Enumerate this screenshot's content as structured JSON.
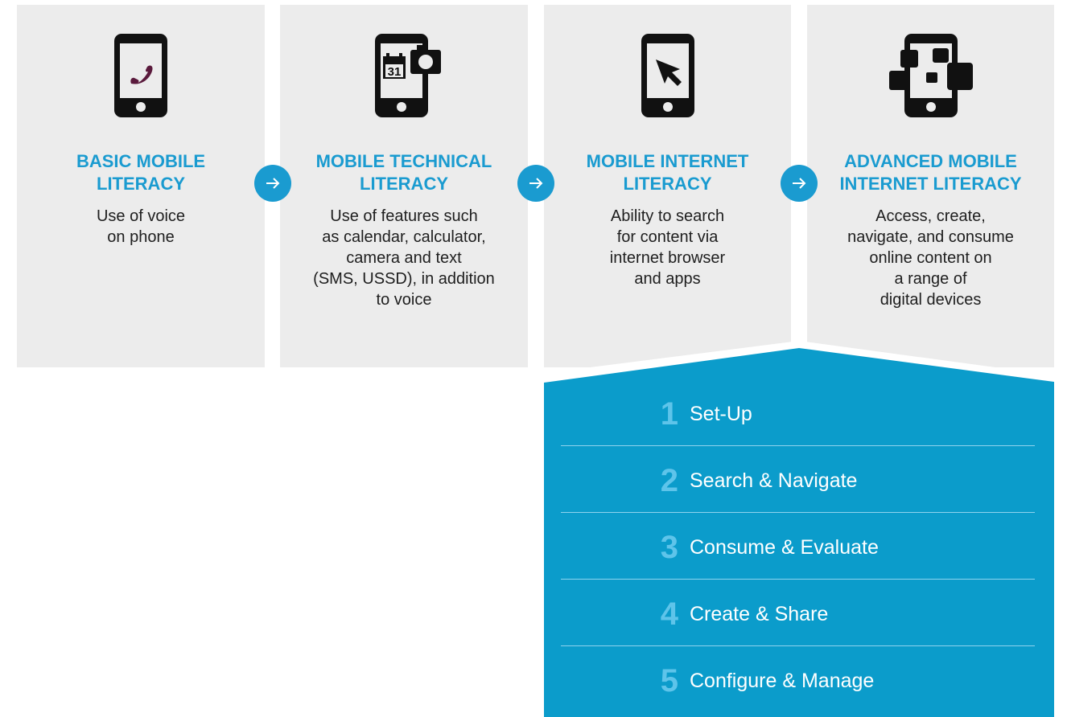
{
  "colors": {
    "accent": "#1a9bd0",
    "card_bg": "#ececec",
    "panel_bg": "#0b9ccb",
    "icon_dark": "#111111",
    "phone_accent": "#5a1a3c",
    "step_number": "#5ec4ea"
  },
  "stages": [
    {
      "icon": "phone-call-icon",
      "title": "BASIC MOBILE\nLITERACY",
      "description": "Use of voice\non phone"
    },
    {
      "icon": "calendar-camera-phone-icon",
      "title": "MOBILE TECHNICAL\nLITERACY",
      "description": "Use of features such\nas calendar, calculator,\ncamera and text\n(SMS, USSD), in addition\nto voice",
      "calendar_day": "31"
    },
    {
      "icon": "cursor-phone-icon",
      "title": "MOBILE INTERNET\nLITERACY",
      "description": "Ability to search\nfor content via\ninternet browser\nand apps"
    },
    {
      "icon": "multi-device-phone-icon",
      "title": "ADVANCED MOBILE\nINTERNET LITERACY",
      "description": "Access, create,\nnavigate, and consume\nonline content on\na range of\ndigital devices"
    }
  ],
  "arrows": [
    "arrow-right-icon",
    "arrow-right-icon",
    "arrow-right-icon"
  ],
  "steps": [
    {
      "number": "1",
      "label": "Set-Up"
    },
    {
      "number": "2",
      "label": "Search & Navigate"
    },
    {
      "number": "3",
      "label": "Consume & Evaluate"
    },
    {
      "number": "4",
      "label": "Create & Share"
    },
    {
      "number": "5",
      "label": "Configure & Manage"
    }
  ]
}
